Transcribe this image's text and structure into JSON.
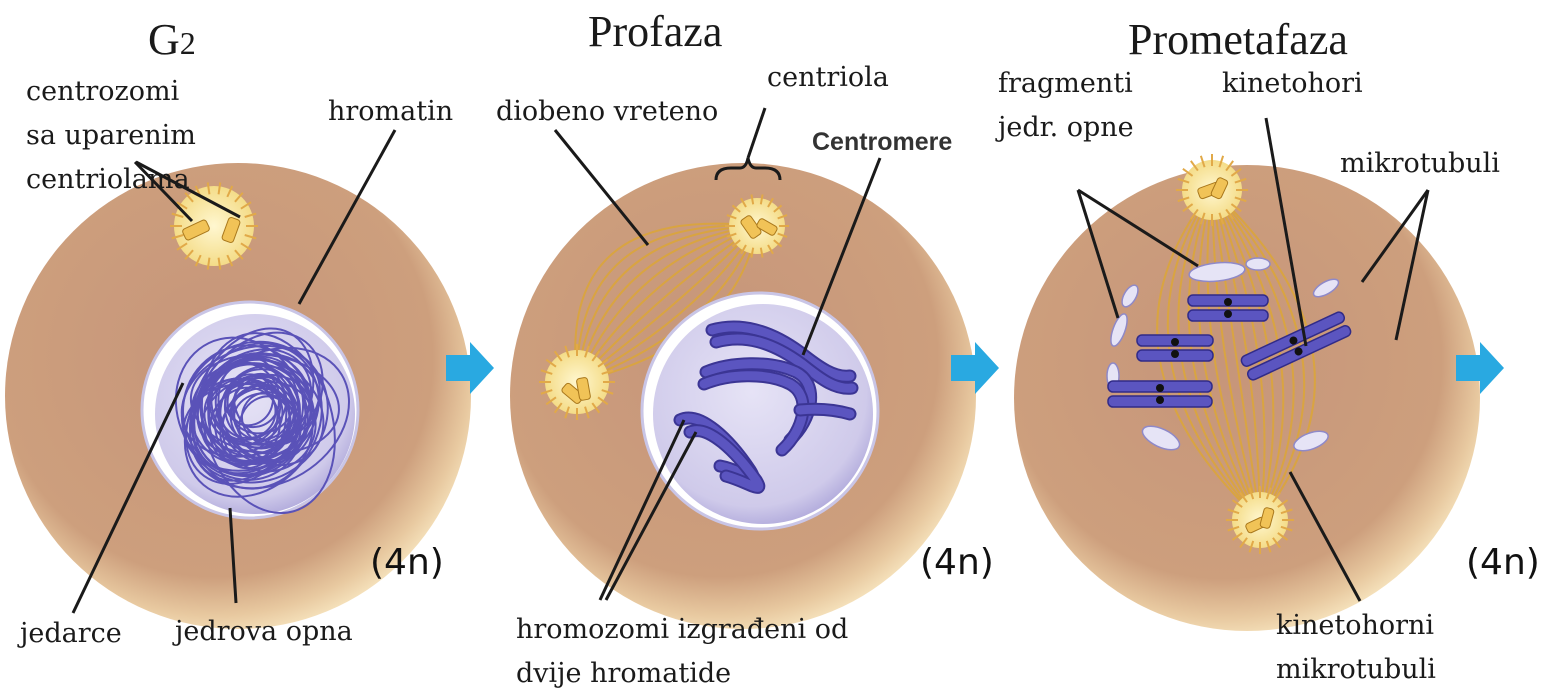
{
  "colors": {
    "cytoplasm": "#c99b7c",
    "cytoplasm_edge": "#f3dfb8",
    "nucleus": "#d8d4ee",
    "chromatin": "#5a52b8",
    "chromosome": "#4e48b0",
    "spindle": "#d9a441",
    "arrow": "#29a9e1",
    "leader_line": "#1a1a1a"
  },
  "stages": [
    {
      "title_main": "G",
      "title_sub": "2",
      "ploidy": "(4n)",
      "labels": {
        "centrosomes": [
          "centrozomi",
          "sa uparenim",
          "centriolama"
        ],
        "chromatin": "hromatin",
        "nucleolus": "jedarce",
        "nuclear_envelope": "jedrova opna"
      }
    },
    {
      "title": "Profaza",
      "ploidy": "(4n)",
      "labels": {
        "spindle": "diobeno vreteno",
        "centriole": "centriola",
        "centromere": "Centromere",
        "chromosomes": [
          "hromozomi izgrađeni od",
          "dvije hromatide"
        ]
      }
    },
    {
      "title": "Prometafaza",
      "ploidy": "(4n)",
      "labels": {
        "envelope_fragments": [
          "fragmenti",
          "jedr. opne"
        ],
        "kinetochores": "kinetohori",
        "microtubules": "mikrotubuli",
        "kinetochore_microtubules": [
          "kinetohorni",
          "mikrotubuli"
        ]
      }
    }
  ],
  "arrows": [
    "right-arrow-icon",
    "right-arrow-icon",
    "right-arrow-icon"
  ]
}
